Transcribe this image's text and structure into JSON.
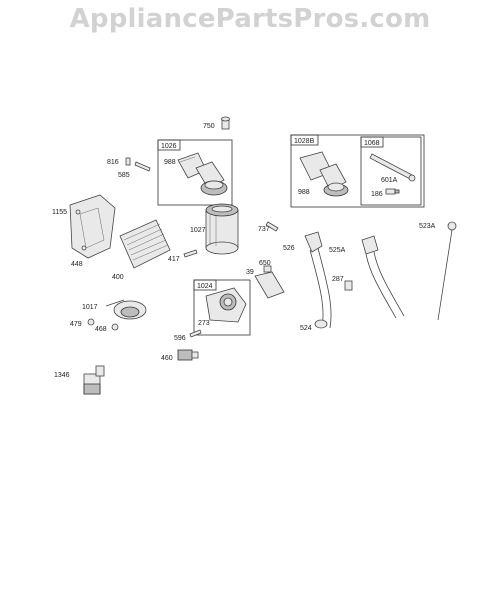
{
  "watermark": "AppliancePartsPros.com",
  "callouts": {
    "p750": "750",
    "p1026": "1026",
    "p988a": "988",
    "p816": "816",
    "p585": "585",
    "p1028b": "1028B",
    "p1068": "1068",
    "p988b": "988",
    "p186": "186",
    "p601a": "601A",
    "p1155": "1155",
    "p448": "448",
    "p400": "400",
    "p1027": "1027",
    "p417": "417",
    "p737": "737",
    "p526": "526",
    "p525a": "525A",
    "p523a": "523A",
    "p650": "650",
    "p39": "39",
    "p287": "287",
    "p1024": "1024",
    "p273": "273",
    "p1017": "1017",
    "p479": "479",
    "p468": "468",
    "p524": "524",
    "p596": "596",
    "p460": "460",
    "p1346": "1346"
  }
}
